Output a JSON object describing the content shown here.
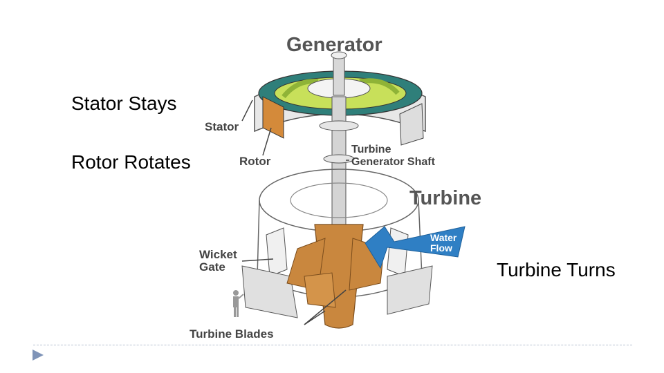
{
  "slide": {
    "stator_stays": "Stator Stays",
    "rotor_rotates": "Rotor Rotates",
    "turbine_turns": "Turbine Turns"
  },
  "diagram": {
    "generator": "Generator",
    "stator": "Stator",
    "rotor": "Rotor",
    "shaft_line1": "Turbine",
    "shaft_line2": "Generator Shaft",
    "turbine": "Turbine",
    "water_line1": "Water",
    "water_line2": "Flow",
    "wicket_line1": "Wicket",
    "wicket_line2": "Gate",
    "blades": "Turbine Blades"
  },
  "colors": {
    "water_flow": "#2f7fc4",
    "blades": "#c9873e",
    "stator_coils": "#2f7f7a",
    "rotor_poles": "#c8e05a"
  }
}
